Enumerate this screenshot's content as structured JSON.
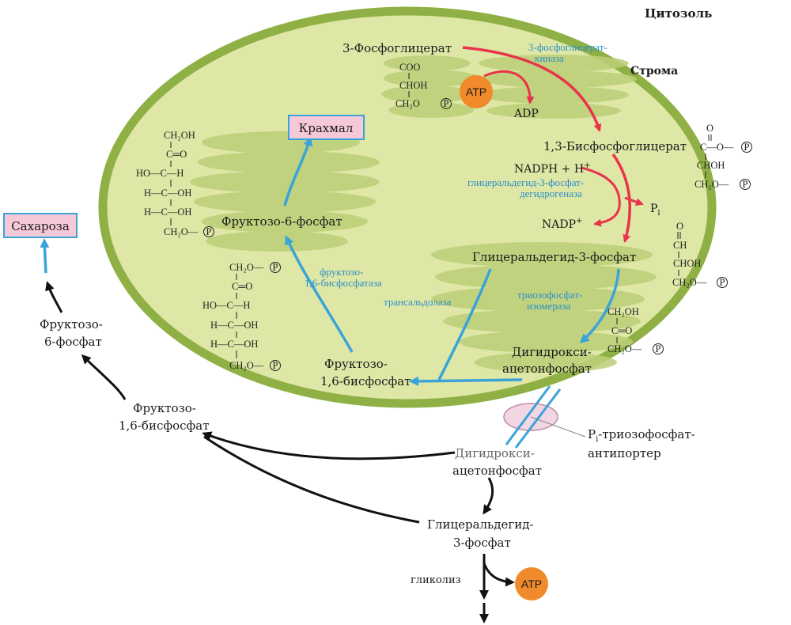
{
  "regions": {
    "cytosol": "Цитозоль",
    "stroma": "Строма"
  },
  "products": {
    "starch": "Крахмал",
    "sucrose": "Сахароза"
  },
  "cofactors": {
    "atp": "ATP",
    "adp": "ADP",
    "nadph": "NADPH + H",
    "nadph_sup": "+",
    "nadp": "NADP",
    "nadp_sup": "+",
    "pi": "P",
    "pi_sub": "i"
  },
  "stroma_metabolites": {
    "pg3": "3-Фосфоглицерат",
    "bpg": "1,3-Бисфосфоглицерат",
    "gap": "Глицеральдегид-3-фосфат",
    "dhap_1": "Дигидрокси-",
    "dhap_2": "ацетонфосфат",
    "fbp_1": "Фруктозо-",
    "fbp_2": "1,6-бисфосфат",
    "f6p": "Фруктозо-6-фосфат"
  },
  "enzymes": {
    "pgk_1": "3-фосфоглицерат-",
    "pgk_2": "киназа",
    "gapdh_1": "глицеральдегид-3-фосфат-",
    "gapdh_2": "дегидрогеназа",
    "tpi_1": "триозофосфат-",
    "tpi_2": "изомераза",
    "fbpase_1": "фруктозо-",
    "fbpase_2": "1,6-бисфосфатаза",
    "transaldolase": "трансальдолаза"
  },
  "cytosol_metabolites": {
    "dhap_1": "Дигидрокси-",
    "dhap_2": "ацетонфосфат",
    "gap_1": "Глицеральдегид-",
    "gap_2": "3-фосфат",
    "fbp_1": "Фруктозо-",
    "fbp_2": "1,6-бисфосфат",
    "f6p_1": "Фруктозо-",
    "f6p_2": "6-фосфат",
    "glycolysis": "гликолиз"
  },
  "transporter": {
    "line1": "P",
    "sub": "i",
    "line1_rest": "-триозофосфат-",
    "line2": "антипортер"
  },
  "phosphate_symbol": "P",
  "structures": {
    "pg3": [
      "COO",
      "CHOH",
      "CH₂O"
    ],
    "bpg": [
      "O",
      "C—O—",
      "CHOH",
      "CH₂O—"
    ],
    "gap": [
      "O",
      "CH",
      "CHOH",
      "CH₂O—"
    ],
    "dhap": [
      "CH₂OH",
      "C═O",
      "CH₂O—"
    ],
    "f6p": [
      "CH₂OH",
      "C═O",
      "HO—C—H",
      "H—C—OH",
      "H—C—OH",
      "CH₂O—"
    ],
    "fbp": [
      "CH₂O—",
      "C═O",
      "HO—C—H",
      "H—C—OH",
      "H—C—OH",
      "CH₂O—"
    ]
  },
  "colors": {
    "stroma_fill": "#dfe7a6",
    "envelope": "#8fb044",
    "thylakoid": "#bccf79",
    "red_path": "#e8334a",
    "blue_path": "#3aa3d8",
    "atp": "#f08a2a",
    "product_box": "#f5c9d7"
  }
}
